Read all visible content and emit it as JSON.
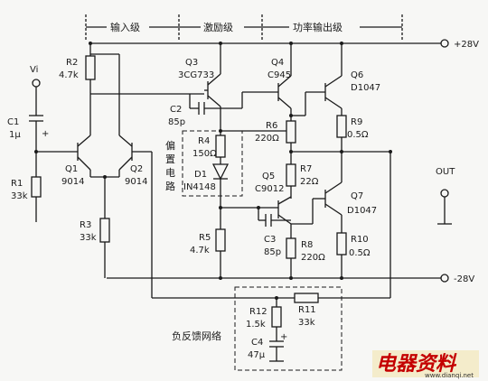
{
  "sections": {
    "input_stage": "输入级",
    "driver_stage": "激励级",
    "output_stage": "功率输出级"
  },
  "rails": {
    "pos": "+28V",
    "neg": "-28V",
    "out": "OUT"
  },
  "input": {
    "vi": "Vi"
  },
  "components": {
    "R1": {
      "name": "R1",
      "value": "33k"
    },
    "R2": {
      "name": "R2",
      "value": "4.7k"
    },
    "R3": {
      "name": "R3",
      "value": "33k"
    },
    "R4": {
      "name": "R4",
      "value": "150Ω"
    },
    "R5": {
      "name": "R5",
      "value": "4.7k"
    },
    "R6": {
      "name": "R6",
      "value": "220Ω"
    },
    "R7": {
      "name": "R7",
      "value": "22Ω"
    },
    "R8": {
      "name": "R8",
      "value": "220Ω"
    },
    "R9": {
      "name": "R9",
      "value": "0.5Ω"
    },
    "R10": {
      "name": "R10",
      "value": "0.5Ω"
    },
    "R11": {
      "name": "R11",
      "value": "33k"
    },
    "R12": {
      "name": "R12",
      "value": "1.5k"
    },
    "C1": {
      "name": "C1",
      "value": "1μ",
      "pol": "+"
    },
    "C2": {
      "name": "C2",
      "value": "85p"
    },
    "C3": {
      "name": "C3",
      "value": "85p"
    },
    "C4": {
      "name": "C4",
      "value": "47μ",
      "pol": "+"
    },
    "D1": {
      "name": "D1",
      "value": "IN4148"
    },
    "Q1": {
      "name": "Q1",
      "value": "9014"
    },
    "Q2": {
      "name": "Q2",
      "value": "9014"
    },
    "Q3": {
      "name": "Q3",
      "value": "3CG733"
    },
    "Q4": {
      "name": "Q4",
      "value": "C945"
    },
    "Q5": {
      "name": "Q5",
      "value": "C9012"
    },
    "Q6": {
      "name": "Q6",
      "value": "D1047"
    },
    "Q7": {
      "name": "Q7",
      "value": "D1047"
    }
  },
  "labels": {
    "bias_1": "偏",
    "bias_2": "置",
    "bias_3": "电",
    "bias_4": "路",
    "feedback": "负反馈网络"
  },
  "watermark": {
    "text": "电器资料",
    "sub": "www.dianqi.net"
  }
}
